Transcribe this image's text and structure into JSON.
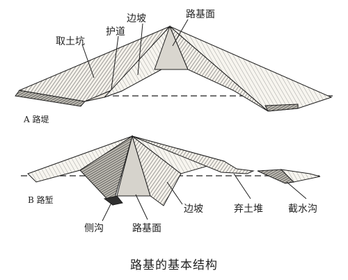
{
  "diagram_a": {
    "label": "A 路堤",
    "callouts": [
      "取土坑",
      "护道",
      "边坡",
      "路基面"
    ]
  },
  "diagram_b": {
    "label": "B 路堑",
    "callouts": [
      "侧沟",
      "路基面",
      "边坡",
      "弃土堆",
      "截水沟"
    ]
  },
  "caption": "路基的基本结构"
}
